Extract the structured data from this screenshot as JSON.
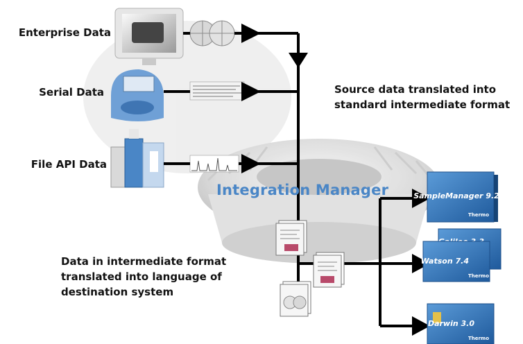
{
  "sources": [
    {
      "label": "Enterprise Data",
      "icon": "monitor-icon"
    },
    {
      "label": "Serial Data",
      "icon": "ph-meter-icon"
    },
    {
      "label": "File API Data",
      "icon": "chromatography-instrument-icon"
    }
  ],
  "source_note": [
    "Source data translated into",
    "standard intermediate format"
  ],
  "center_label": "Integration Manager",
  "dest_note": [
    "Data in intermediate format",
    "translated into language of",
    "destination system"
  ],
  "destinations": [
    {
      "title": "SampleManager 9.2",
      "brand": "Thermo"
    },
    {
      "title": "Galileo 3.3",
      "brand": ""
    },
    {
      "title": "Watson 7.4",
      "brand": "Thermo"
    },
    {
      "title": "Darwin 3.0",
      "brand": "Thermo"
    }
  ],
  "colors": {
    "accent": "#4a86c6",
    "flow": "#000000",
    "label": "#111111",
    "box_blue": "#2f6fb5"
  }
}
